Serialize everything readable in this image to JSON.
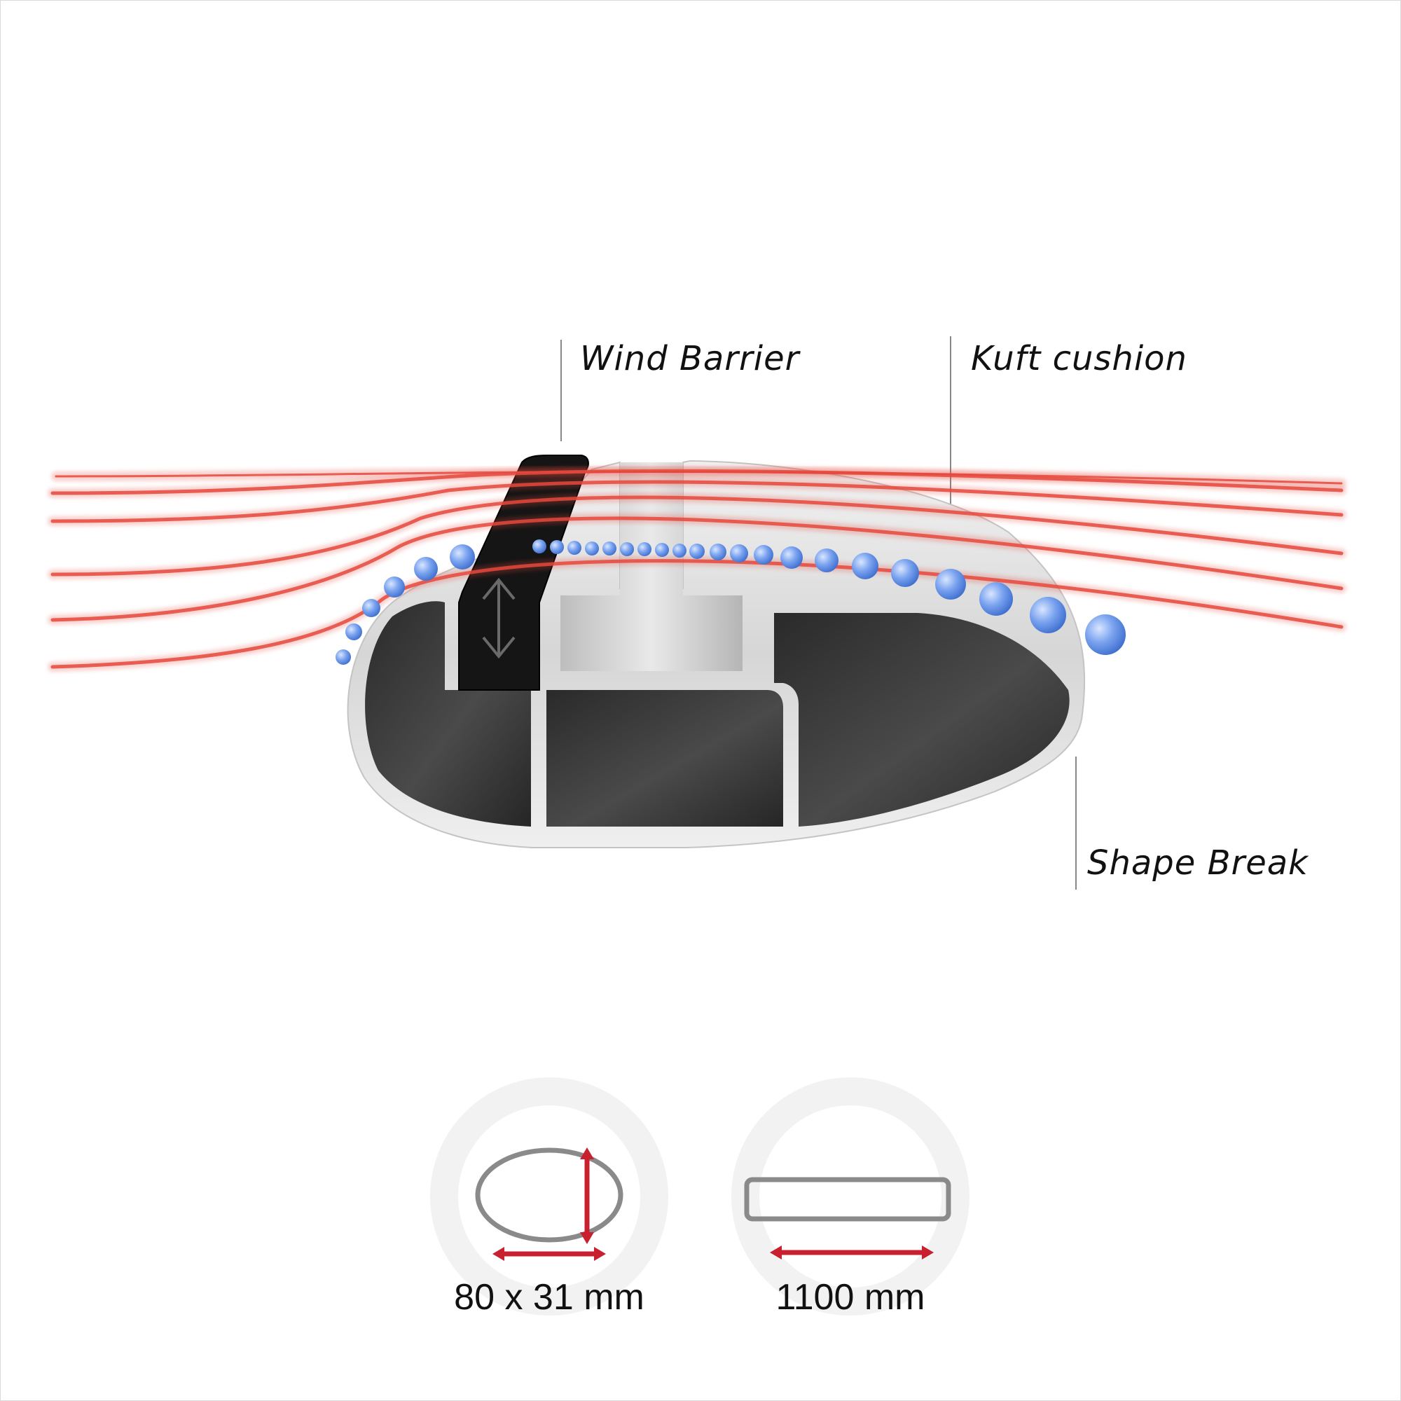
{
  "callouts": {
    "wind_barrier": "Wind Barrier",
    "kuft_cushion": "Kuft cushion",
    "shape_break": "Shape Break"
  },
  "dimensions": {
    "profile_size": "80 x 31 mm",
    "bar_length": "1100 mm"
  },
  "colors": {
    "airflow": "#e5483c",
    "cushion_dots": "#6f9ae8",
    "profile_aluminium": "#d4d4d4",
    "profile_cavity": "#3a3a3a",
    "rubber_seal": "#141414",
    "dimension_arrow": "#c8202e",
    "icon_ring": "#f2f2f2"
  }
}
